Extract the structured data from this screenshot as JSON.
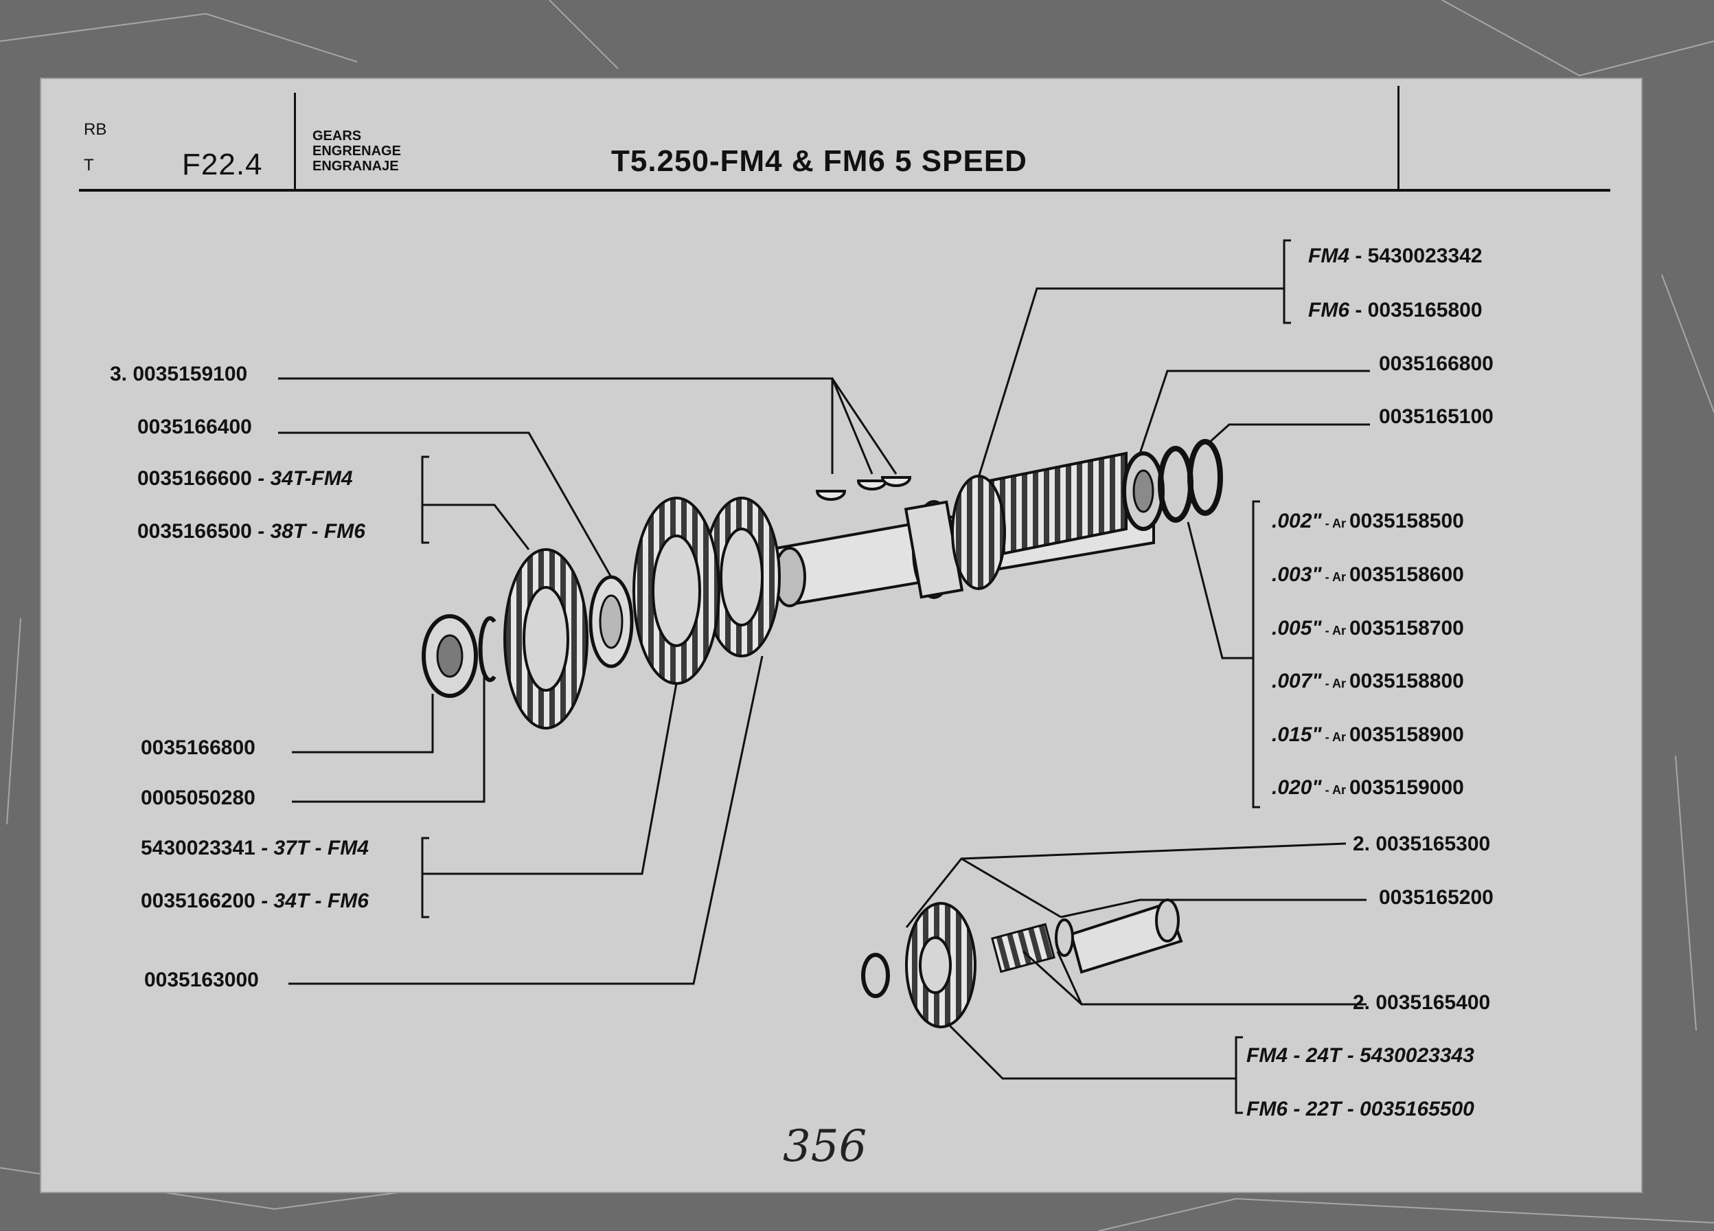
{
  "header": {
    "rb": "RB",
    "t": "T",
    "section": "F22.4",
    "subject_en": "GEARS",
    "subject_fr": "ENGRENAGE",
    "subject_es": "ENGRANAJE",
    "title": "T5.250-FM4 & FM6   5 SPEED"
  },
  "labels": {
    "l_3_159100": "3. 0035159100",
    "l_166400": "0035166400",
    "l_166600": "0035166600",
    "l_166600_spec": " - 34T-FM4",
    "l_166500": "0035166500",
    "l_166500_spec": " - 38T - FM6",
    "l_166800_left": "0035166800",
    "l_050280": "0005050280",
    "l_023341": "5430023341",
    "l_023341_spec": " - 37T - FM4",
    "l_166200": "0035166200",
    "l_166200_spec": " - 34T - FM6",
    "l_163000": "0035163000",
    "fm4_prefix": "FM4",
    "fm4_part": " - 5430023342",
    "fm6_prefix": "FM6",
    "fm6_part": " - 0035165800",
    "r_166800": "0035166800",
    "r_165100": "0035165100",
    "s1_size": ".002\"",
    "s1_ar": " - Ar ",
    "s1_part": "0035158500",
    "s2_size": ".003\"",
    "s2_ar": " - Ar ",
    "s2_part": "0035158600",
    "s3_size": ".005\"",
    "s3_ar": " - Ar ",
    "s3_part": "0035158700",
    "s4_size": ".007\"",
    "s4_ar": " - Ar ",
    "s4_part": "0035158800",
    "s5_size": ".015\"",
    "s5_ar": " - Ar ",
    "s5_part": "0035158900",
    "s6_size": ".020\"",
    "s6_ar": " - Ar ",
    "s6_part": "0035159000",
    "r_2_165300": "2. 0035165300",
    "r_165200": "0035165200",
    "r_2_165400": "2. 0035165400",
    "fm4_24t_prefix": "FM4",
    "fm4_24t_part": " - 24T - 5430023343",
    "fm6_22t_prefix": "FM6",
    "fm6_22t_part": " - 22T - 0035165500"
  },
  "page_number": "356"
}
